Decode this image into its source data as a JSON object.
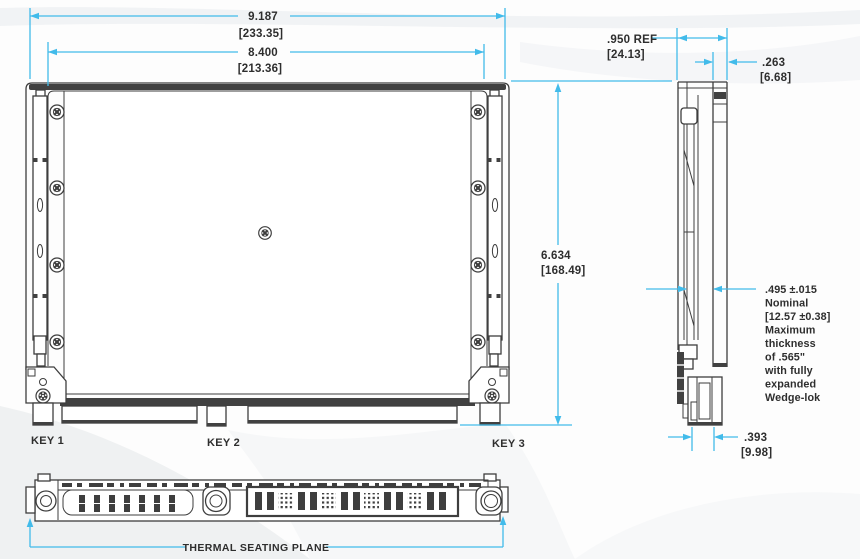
{
  "views": {
    "front": {
      "dim_width_total_in": "9.187",
      "dim_width_total_mm": "[233.35]",
      "dim_width_inner_in": "8.400",
      "dim_width_inner_mm": "[213.36]",
      "dim_height_in": "6.634",
      "dim_height_mm": "[168.49]",
      "key1": "KEY 1",
      "key2": "KEY 2",
      "key3": "KEY 3"
    },
    "side": {
      "dim_depth_in": ".950 REF",
      "dim_depth_mm": "[24.13]",
      "dim_panel_in": ".263",
      "dim_panel_mm": "[6.68]",
      "dim_conn_in": ".393",
      "dim_conn_mm": "[9.98]",
      "note_lines": [
        ".495 ±.015",
        "Nominal",
        "[12.57 ±0.38]",
        "Maximum",
        "thickness",
        "of .565\"",
        "with fully",
        "expanded",
        "Wedge-lok"
      ]
    },
    "bottom": {
      "label": "THERMAL SEATING PLANE"
    }
  },
  "colors": {
    "dimension_line": "#42bbea",
    "drawing_line": "#3e3e3e"
  }
}
